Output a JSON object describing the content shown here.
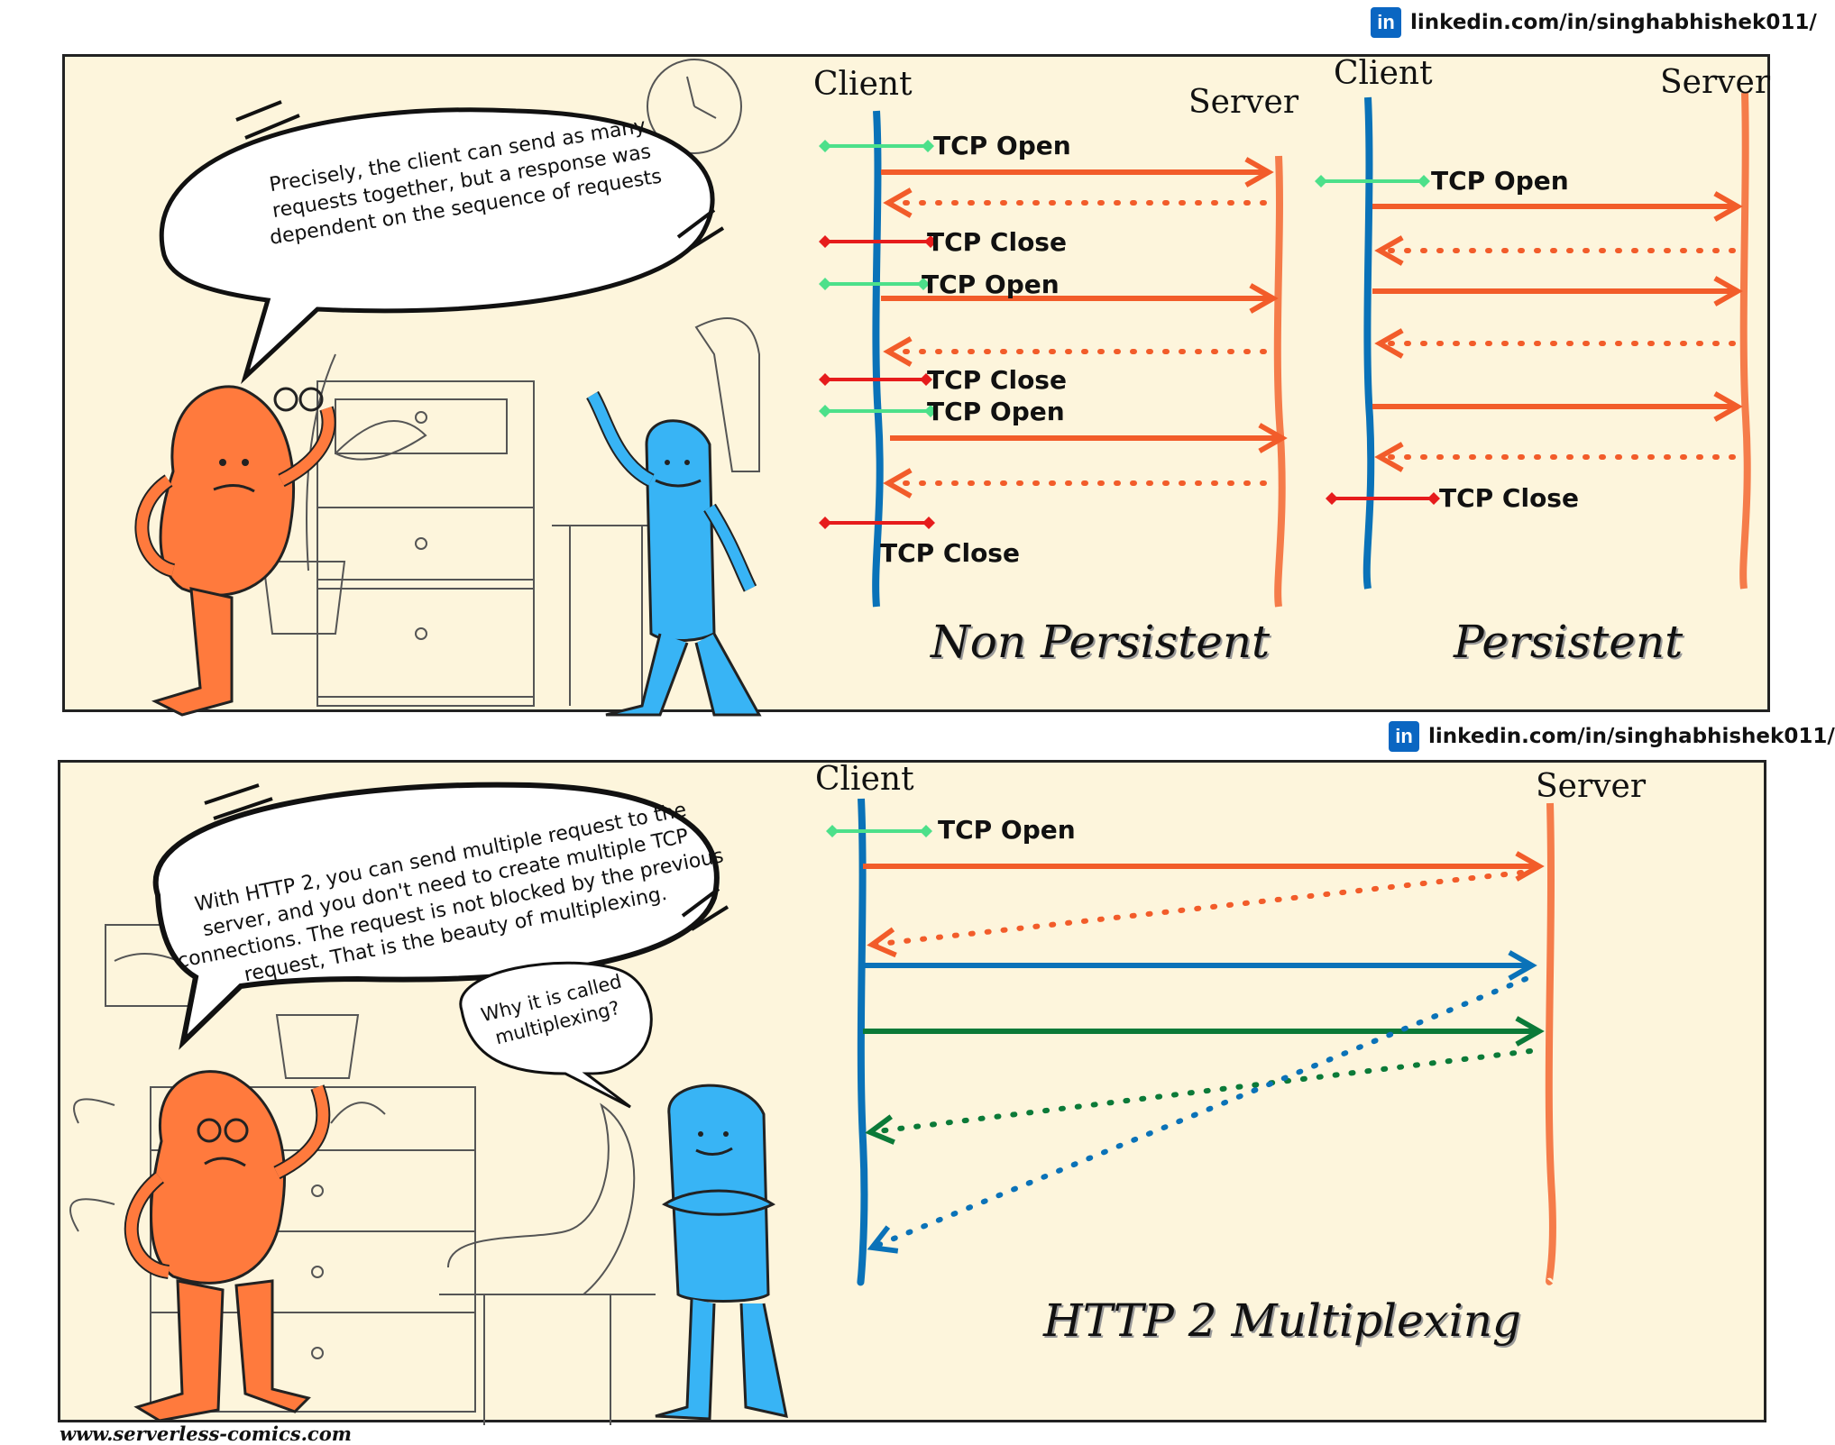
{
  "linkedin": {
    "badge": "in",
    "url": "linkedin.com/in/singhabhishek011/"
  },
  "panel1": {
    "bubble": "Precisely, the client can send as many requests together, but a response was dependent on the sequence of requests",
    "client_label": "Client",
    "server_label": "Server",
    "non_persistent": {
      "title": "Non Persistent",
      "events": [
        "TCP Open",
        "TCP Close",
        "TCP Open",
        "TCP Close",
        "TCP Open",
        "TCP Close"
      ]
    },
    "persistent": {
      "title": "Persistent",
      "events": [
        "TCP Open",
        "TCP Close"
      ]
    }
  },
  "panel2": {
    "bubble": "With HTTP 2, you can send multiple request to the server, and you don't need to create multiple TCP connections. The request is not blocked by the previous request, That is the beauty of multiplexing.",
    "question": "Why it is called multiplexing?",
    "client_label": "Client",
    "server_label": "Server",
    "event": "TCP Open",
    "title": "HTTP 2 Multiplexing"
  },
  "footer": {
    "site": "www.serverless-comics.com"
  },
  "colors": {
    "orange": "#f25c2a",
    "blue": "#0a72b8",
    "green": "#0b7a38",
    "light_green": "#4ce08a",
    "red": "#e61c1c",
    "background": "#fdf5dc"
  }
}
